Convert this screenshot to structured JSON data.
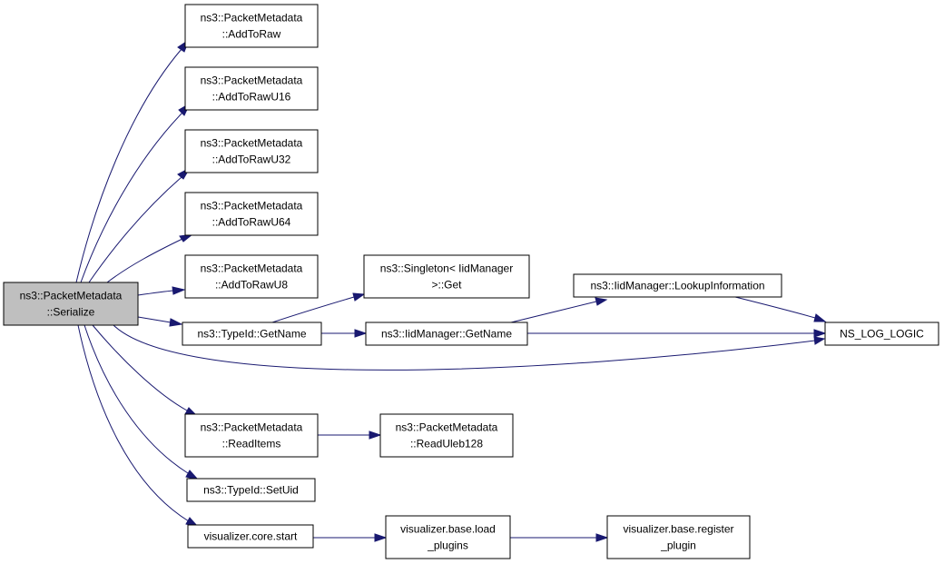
{
  "diagram": {
    "colors": {
      "node_fill": "#ffffff",
      "root_fill": "#bfbfbf",
      "edge": "#191970",
      "border": "#000000"
    },
    "nodes": [
      {
        "id": "serialize",
        "lines": [
          "ns3::PacketMetadata",
          "::Serialize"
        ],
        "root": true
      },
      {
        "id": "addtoraw",
        "lines": [
          "ns3::PacketMetadata",
          "::AddToRaw"
        ]
      },
      {
        "id": "addtorawu16",
        "lines": [
          "ns3::PacketMetadata",
          "::AddToRawU16"
        ]
      },
      {
        "id": "addtorawu32",
        "lines": [
          "ns3::PacketMetadata",
          "::AddToRawU32"
        ]
      },
      {
        "id": "addtorawu64",
        "lines": [
          "ns3::PacketMetadata",
          "::AddToRawU64"
        ]
      },
      {
        "id": "addtorawu8",
        "lines": [
          "ns3::PacketMetadata",
          "::AddToRawU8"
        ]
      },
      {
        "id": "typeid-getname",
        "lines": [
          "ns3::TypeId::GetName"
        ]
      },
      {
        "id": "singleton-get",
        "lines": [
          "ns3::Singleton< IidManager",
          ">::Get"
        ]
      },
      {
        "id": "iidmanager-getname",
        "lines": [
          "ns3::IidManager::GetName"
        ]
      },
      {
        "id": "lookupinformation",
        "lines": [
          "ns3::IidManager::LookupInformation"
        ]
      },
      {
        "id": "ns-log-logic",
        "lines": [
          "NS_LOG_LOGIC"
        ]
      },
      {
        "id": "readitems",
        "lines": [
          "ns3::PacketMetadata",
          "::ReadItems"
        ]
      },
      {
        "id": "readuleb128",
        "lines": [
          "ns3::PacketMetadata",
          "::ReadUleb128"
        ]
      },
      {
        "id": "setuid",
        "lines": [
          "ns3::TypeId::SetUid"
        ]
      },
      {
        "id": "core-start",
        "lines": [
          "visualizer.core.start"
        ]
      },
      {
        "id": "load-plugins",
        "lines": [
          "visualizer.base.load",
          "_plugins"
        ]
      },
      {
        "id": "register-plugin",
        "lines": [
          "visualizer.base.register",
          "_plugin"
        ]
      }
    ],
    "edges": [
      {
        "from": "serialize",
        "to": "addtoraw"
      },
      {
        "from": "serialize",
        "to": "addtorawu16"
      },
      {
        "from": "serialize",
        "to": "addtorawu32"
      },
      {
        "from": "serialize",
        "to": "addtorawu64"
      },
      {
        "from": "serialize",
        "to": "addtorawu8"
      },
      {
        "from": "serialize",
        "to": "typeid-getname"
      },
      {
        "from": "serialize",
        "to": "ns-log-logic"
      },
      {
        "from": "serialize",
        "to": "readitems"
      },
      {
        "from": "serialize",
        "to": "setuid"
      },
      {
        "from": "serialize",
        "to": "core-start"
      },
      {
        "from": "typeid-getname",
        "to": "singleton-get"
      },
      {
        "from": "typeid-getname",
        "to": "iidmanager-getname"
      },
      {
        "from": "iidmanager-getname",
        "to": "lookupinformation"
      },
      {
        "from": "iidmanager-getname",
        "to": "ns-log-logic"
      },
      {
        "from": "lookupinformation",
        "to": "ns-log-logic"
      },
      {
        "from": "readitems",
        "to": "readuleb128"
      },
      {
        "from": "core-start",
        "to": "load-plugins"
      },
      {
        "from": "load-plugins",
        "to": "register-plugin"
      }
    ]
  }
}
